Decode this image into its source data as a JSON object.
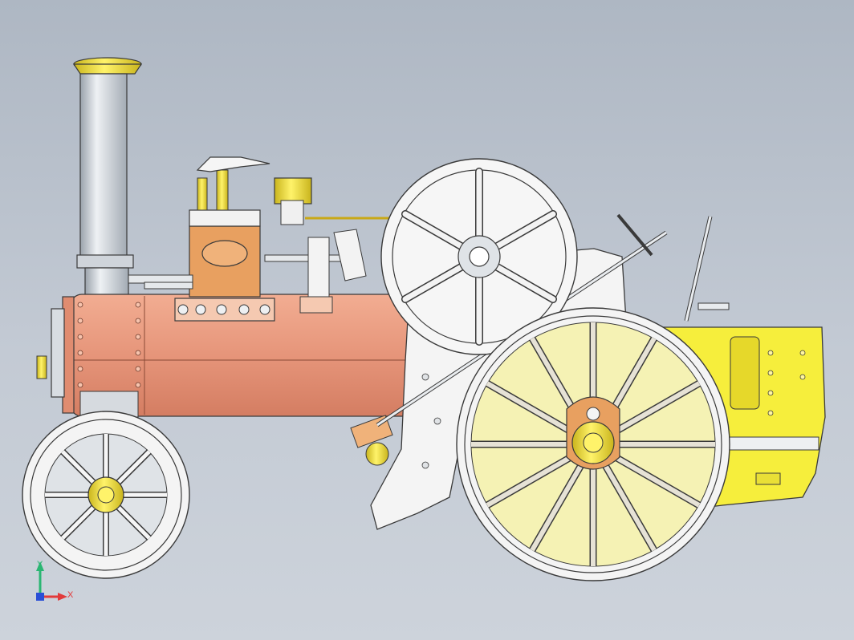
{
  "viewport": {
    "background": "#b9c1cc",
    "model": "traction-engine-assembly",
    "view": "side"
  },
  "colors": {
    "boiler": "#e6957a",
    "boiler_dark": "#b96a52",
    "brass": "#f2dd3a",
    "brass_dark": "#b8a114",
    "chimney": "#c9cfd6",
    "frame": "#f4f4f4",
    "outline": "#3a3a3a",
    "tender": "#f6ee3c"
  },
  "triad": {
    "y_label": "Y",
    "x_label": "X",
    "y_color": "#2bb673",
    "x_color": "#e23b3b",
    "origin_color": "#2a4fd6"
  },
  "icons": [
    "coordinate-triad-icon"
  ]
}
